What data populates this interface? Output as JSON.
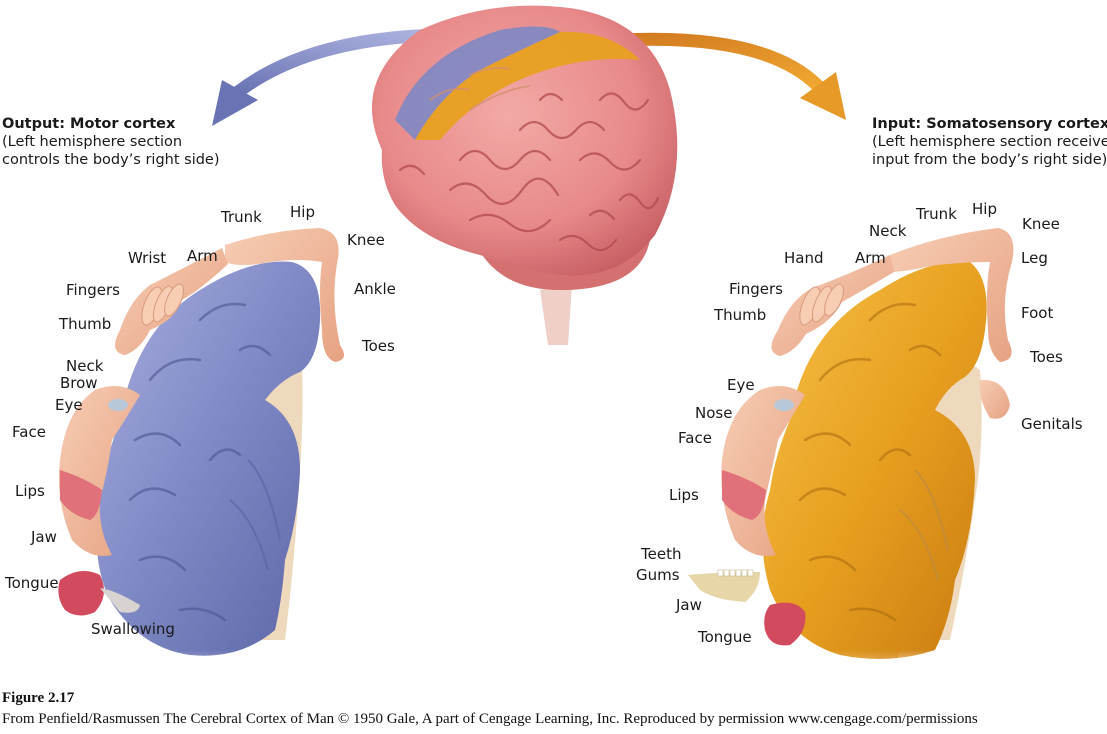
{
  "motor": {
    "title": "Output: Motor cortex",
    "desc1": "(Left hemisphere section",
    "desc2": "controls the body’s right side)",
    "labels": {
      "trunk": "Trunk",
      "hip": "Hip",
      "knee": "Knee",
      "wrist": "Wrist",
      "arm": "Arm",
      "ankle": "Ankle",
      "fingers": "Fingers",
      "thumb": "Thumb",
      "toes": "Toes",
      "neck": "Neck",
      "brow": "Brow",
      "eye": "Eye",
      "face": "Face",
      "lips": "Lips",
      "jaw": "Jaw",
      "tongue": "Tongue",
      "swallowing": "Swallowing"
    }
  },
  "sensory": {
    "title": "Input: Somatosensory cortex",
    "desc1": "(Left hemisphere section receives",
    "desc2": "input from the body’s right side)",
    "labels": {
      "trunk": "Trunk",
      "hip": "Hip",
      "knee": "Knee",
      "neck": "Neck",
      "hand": "Hand",
      "arm": "Arm",
      "leg": "Leg",
      "fingers": "Fingers",
      "thumb": "Thumb",
      "foot": "Foot",
      "toes": "Toes",
      "eye": "Eye",
      "nose": "Nose",
      "genitals": "Genitals",
      "face": "Face",
      "lips": "Lips",
      "teeth": "Teeth",
      "gums": "Gums",
      "jaw": "Jaw",
      "tongue": "Tongue"
    }
  },
  "caption": {
    "figure": "Figure 2.17",
    "source": "From Penfield/Rasmussen The Cerebral Cortex of Man © 1950 Gale, A part of Cengage Learning, Inc. Reproduced by permission www.cengage.com/permissions"
  },
  "colors": {
    "motor_cortex": "#7e88c4",
    "sensory_cortex": "#e8a020",
    "brain": "#e8898a",
    "skin": "#f2b99a"
  }
}
